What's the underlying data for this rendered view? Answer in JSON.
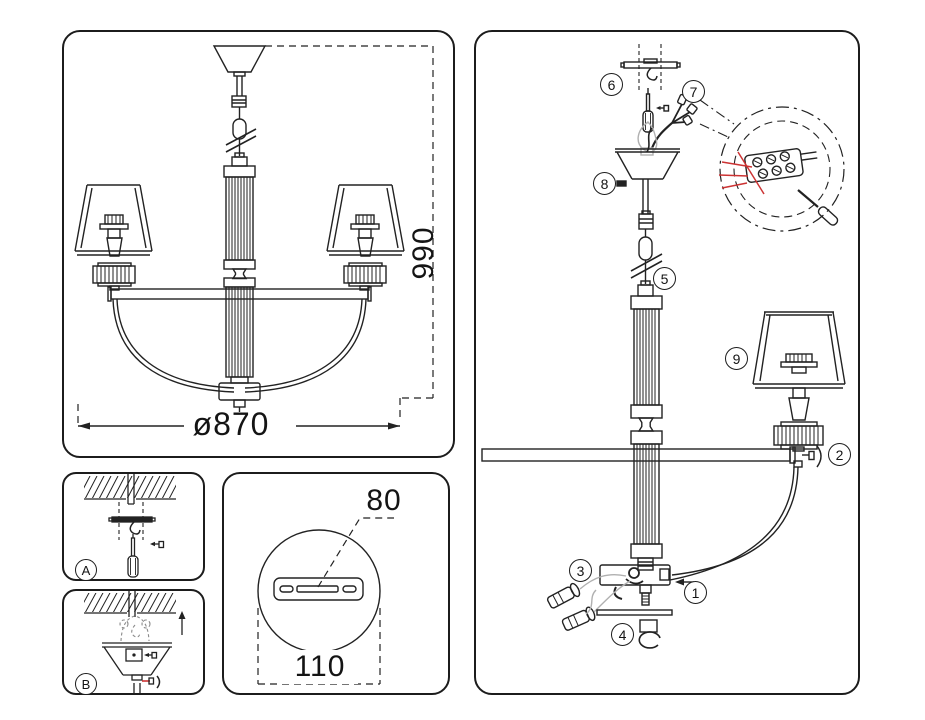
{
  "document": {
    "type": "chandelier assembly instruction sheet"
  },
  "colors": {
    "line": "#222222",
    "wire_red": "#cc3333",
    "ghost_gray": "#b0b0b0",
    "background": "#ffffff"
  },
  "overview": {
    "height_label": "990",
    "diameter_label": "ø870"
  },
  "detail_a": {
    "label": "A"
  },
  "detail_b": {
    "label": "B"
  },
  "plate": {
    "hole_spacing_label": "80",
    "plate_width_label": "110"
  },
  "assembly": {
    "callouts": [
      {
        "n": "1"
      },
      {
        "n": "2"
      },
      {
        "n": "3"
      },
      {
        "n": "4"
      },
      {
        "n": "5"
      },
      {
        "n": "6"
      },
      {
        "n": "7"
      },
      {
        "n": "8"
      },
      {
        "n": "9"
      }
    ]
  }
}
